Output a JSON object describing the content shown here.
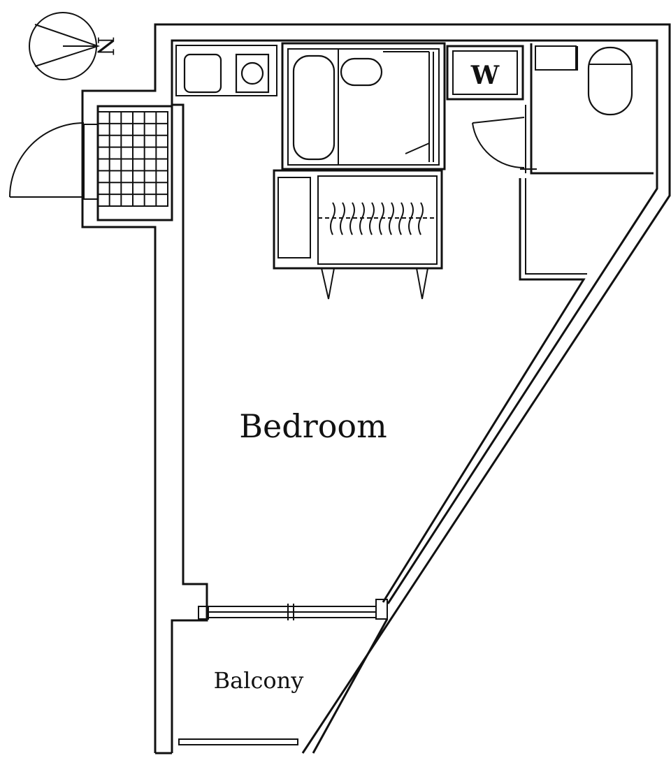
{
  "rooms": {
    "bedroom": "Bedroom",
    "balcony": "Balcony",
    "washer": "W"
  },
  "compass": {
    "north": "N"
  },
  "colors": {
    "line": "#111111",
    "background": "#ffffff"
  }
}
